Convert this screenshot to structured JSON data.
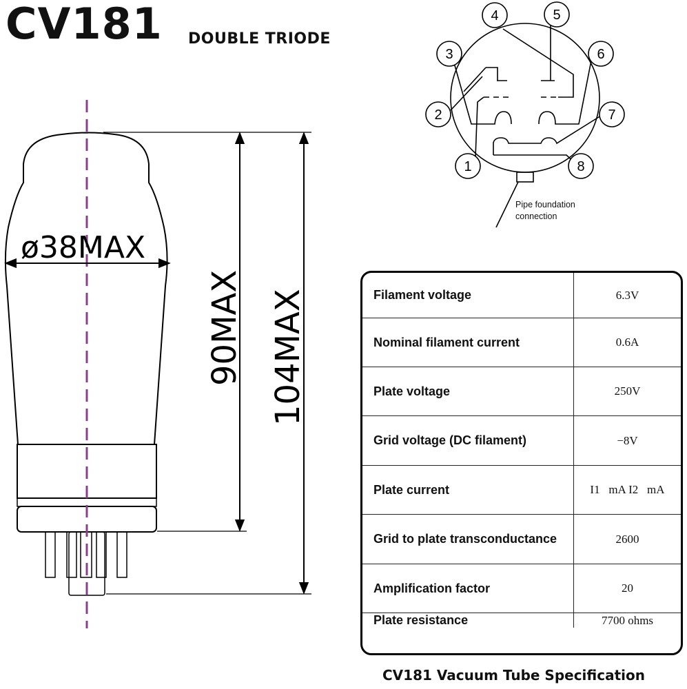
{
  "header": {
    "title": "CV181",
    "subtitle": "DOUBLE TRIODE"
  },
  "tube_drawing": {
    "diameter_label": "ø38MAX",
    "height_body_label": "90MAX",
    "height_total_label": "104MAX",
    "centerline_color": "#8b3f8b"
  },
  "pin_diagram": {
    "pins": [
      "1",
      "2",
      "3",
      "4",
      "5",
      "6",
      "7",
      "8"
    ],
    "note_line1": "Pipe foundation",
    "note_line2": "connection"
  },
  "spec_table": {
    "rows": [
      {
        "name": "Filament voltage",
        "value": "6.3V"
      },
      {
        "name": "Nominal filament current",
        "value": "0.6A"
      },
      {
        "name": "Plate voltage",
        "value": "250V"
      },
      {
        "name": "Grid voltage (DC filament)",
        "value": "−8V"
      },
      {
        "name": "Plate current",
        "value": "I1   mA I2   mA"
      },
      {
        "name": "Grid to plate transconductance",
        "value": "2600"
      },
      {
        "name": "Amplification factor",
        "value": "20"
      },
      {
        "name": "Plate resistance",
        "value": "7700 ohms"
      }
    ]
  },
  "caption": "CV181 Vacuum Tube Specification"
}
